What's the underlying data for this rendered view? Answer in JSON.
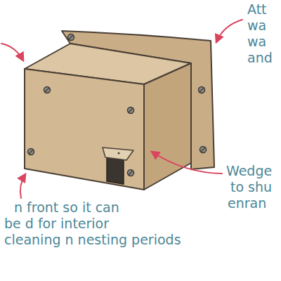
{
  "diagram": {
    "labels": [
      "Att wa wa and",
      "Wedge to shu enran",
      "n front so it can be d for interior cleaning n nesting periods"
    ]
  }
}
